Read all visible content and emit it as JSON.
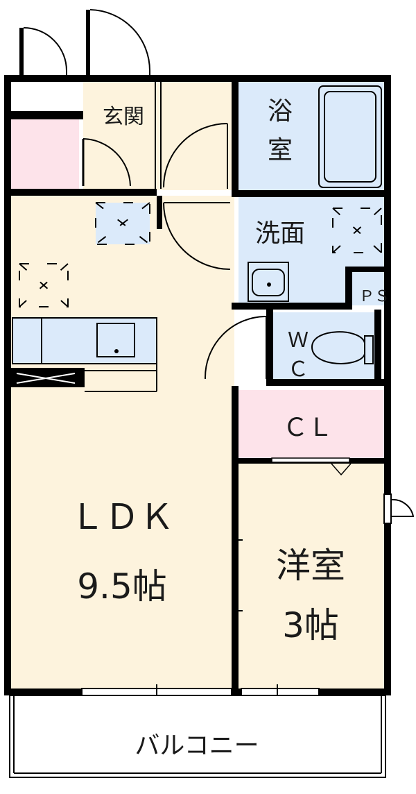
{
  "rooms": {
    "genkan": "玄関",
    "bath_line1": "浴",
    "bath_line2": "室",
    "washroom": "洗面",
    "ps": "ＰＳ",
    "wc_line1": "Ｗ",
    "wc_line2": "Ｃ",
    "closet": "ＣＬ",
    "ldk_name": "ＬＤＫ",
    "ldk_size": "9.5帖",
    "western_name": "洋室",
    "western_size": "3帖",
    "balcony": "バルコニー"
  },
  "colors": {
    "floor_wood": "#fdf3dd",
    "wet_area": "#dbeafa",
    "closet": "#fde3ea",
    "wall": "#000000"
  }
}
